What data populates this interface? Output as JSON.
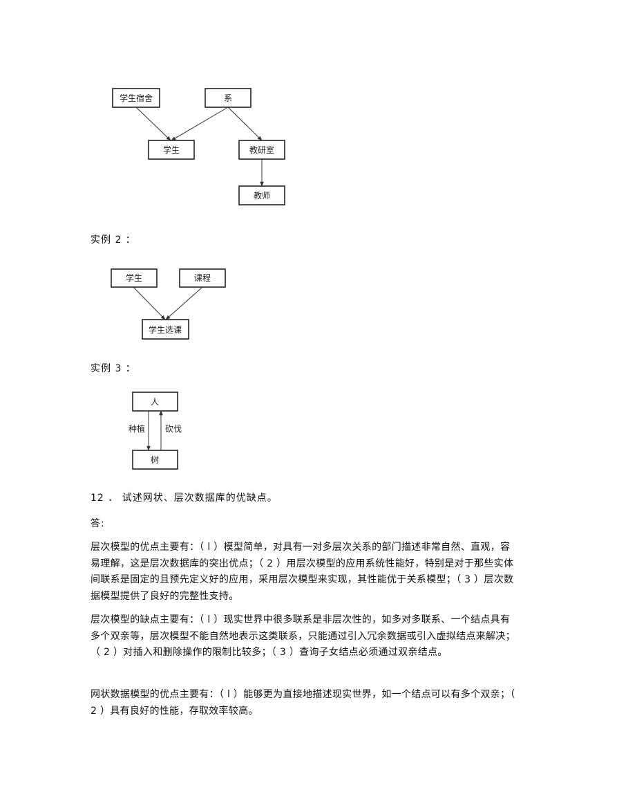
{
  "diagram1": {
    "nodes": {
      "dorm": "学生宿舍",
      "dept": "系",
      "student": "学生",
      "office": "教研室",
      "teacher": "教师"
    }
  },
  "example2_label": "实例 2 ：",
  "diagram2": {
    "nodes": {
      "student": "学生",
      "course": "课程",
      "selection": "学生选课"
    }
  },
  "example3_label": "实例 3 ：",
  "diagram3": {
    "nodes": {
      "person": "人",
      "tree": "树"
    },
    "edges": {
      "plant": "种植",
      "cut": "砍伐"
    }
  },
  "question": "12 ． 试述网状、层次数据库的优缺点。",
  "answer_label": "答:",
  "paragraphs": {
    "hier_pros": "层次模型的优点主要有：（ l ）模型简单，对具有一对多层次关系的部门描述非常自然、直观，容易理解，这是层次数据库的突出优点；（ 2 ）用层次模型的应用系统性能好，特别是对于那些实体间联系是固定的且预先定义好的应用，采用层次模型来实现，其性能优于关系模型；（ 3 ）层次数据模型提供了良好的完整性支持。",
    "hier_cons": "层次模型的缺点主要有：（ l ）现实世界中很多联系是非层次性的，如多对多联系、一个结点具有多个双亲等，层次模型不能自然地表示这类联系，只能通过引入冗余数据或引入虚拟结点来解决；（ 2 ）对插入和删除操作的限制比较多；（ 3 ）查询子女结点必须通过双亲结点。",
    "net_pros": "网状数据模型的优点主要有：（ l ）能够更为直接地描述现实世界，如一个结点可以有多个双亲；（ 2 ）具有良好的性能，存取效率较高。"
  }
}
